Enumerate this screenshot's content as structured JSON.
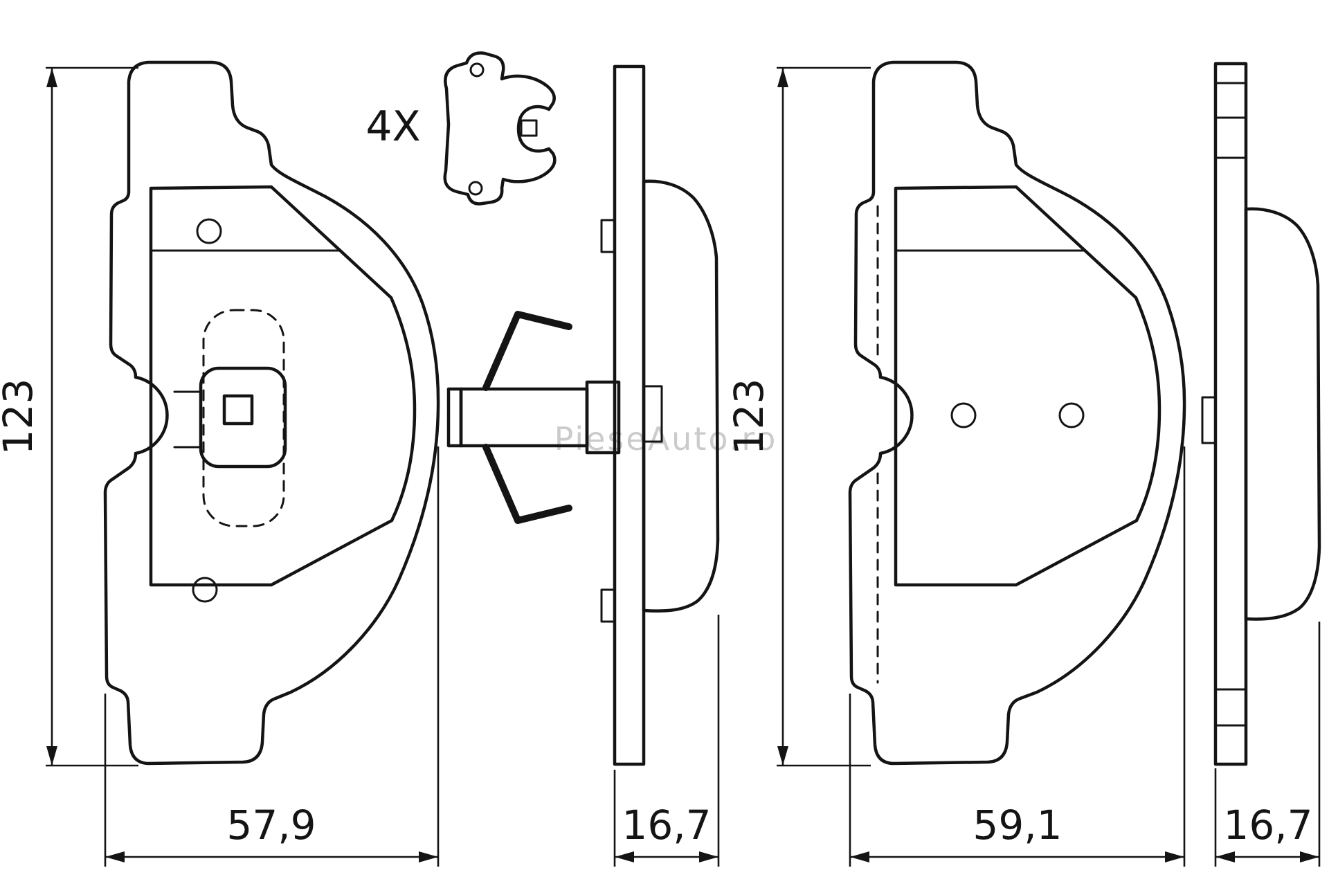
{
  "watermark": {
    "text": "PieseAuto.ro"
  },
  "clip": {
    "quantity_label": "4X"
  },
  "dims": {
    "left_height": "123",
    "left_width": "57,9",
    "center_thickness": "16,7",
    "right_height": "123",
    "right_width": "59,1",
    "far_right_thickness": "16,7"
  },
  "colors": {
    "line": "#141414",
    "watermark": "#cbcbcb",
    "background": "#ffffff"
  }
}
